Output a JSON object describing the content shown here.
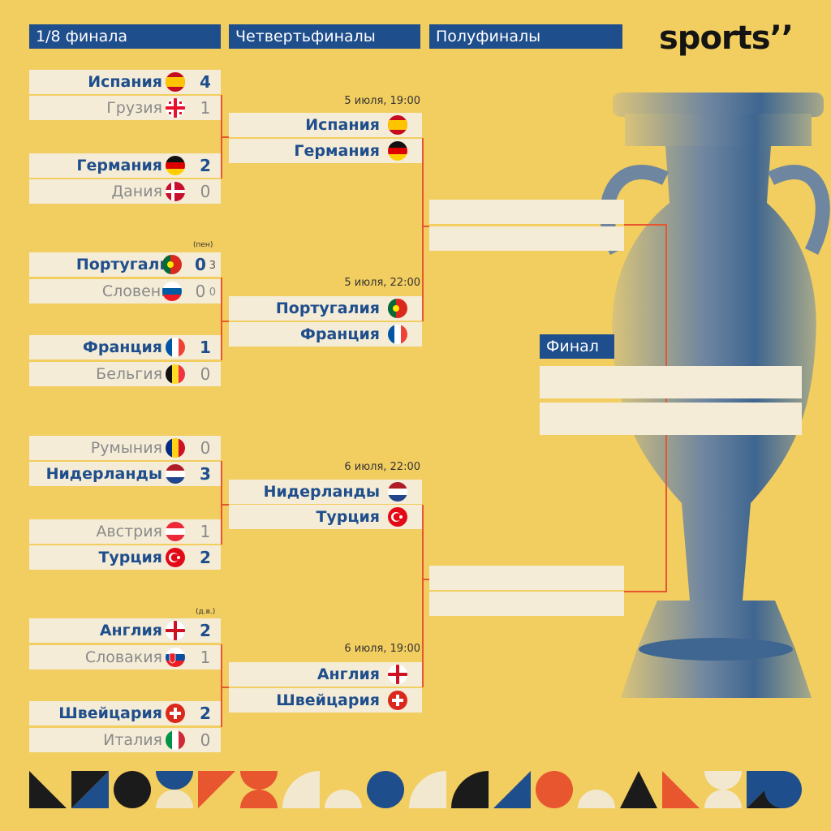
{
  "headers": {
    "r16": "1/8 финала",
    "qf": "Четвертьфиналы",
    "sf": "Полуфиналы",
    "final": "Финал"
  },
  "logo": "sports’’",
  "colors": {
    "background": "#f2cd5f",
    "header": "#1f4e8c",
    "winner_text": "#1f4e8c",
    "loser_text": "#8a8a8a",
    "connector": "#e8562f",
    "row_fill": "#f4ecd7"
  },
  "r16": [
    {
      "team": "Испания",
      "score": "4",
      "flag": "spain-flag-icon"
    },
    {
      "team": "Грузия",
      "score": "1",
      "flag": "georgia-flag-icon"
    },
    {
      "team": "Германия",
      "score": "2",
      "flag": "germany-flag-icon"
    },
    {
      "team": "Дания",
      "score": "0",
      "flag": "denmark-flag-icon"
    },
    {
      "team": "Португалия",
      "score": "0",
      "pen": "3",
      "flag": "portugal-flag-icon"
    },
    {
      "team": "Словения",
      "score": "0",
      "pen": "0",
      "flag": "slovenia-flag-icon"
    },
    {
      "team": "Франция",
      "score": "1",
      "flag": "france-flag-icon"
    },
    {
      "team": "Бельгия",
      "score": "0",
      "flag": "belgium-flag-icon"
    },
    {
      "team": "Румыния",
      "score": "0",
      "flag": "romania-flag-icon"
    },
    {
      "team": "Нидерланды",
      "score": "3",
      "flag": "netherlands-flag-icon"
    },
    {
      "team": "Австрия",
      "score": "1",
      "flag": "austria-flag-icon"
    },
    {
      "team": "Турция",
      "score": "2",
      "flag": "turkey-flag-icon"
    },
    {
      "team": "Англия",
      "score": "2",
      "flag": "england-flag-icon"
    },
    {
      "team": "Словакия",
      "score": "1",
      "flag": "slovakia-flag-icon"
    },
    {
      "team": "Швейцария",
      "score": "2",
      "flag": "switzerland-flag-icon"
    },
    {
      "team": "Италия",
      "score": "0",
      "flag": "italy-flag-icon"
    }
  ],
  "notes": {
    "pen": "(пен)",
    "et": "(д.в.)"
  },
  "qf": [
    {
      "date": "5 июля, 19:00",
      "teams": [
        "Испания",
        "Германия"
      ]
    },
    {
      "date": "5 июля, 22:00",
      "teams": [
        "Португалия",
        "Франция"
      ]
    },
    {
      "date": "6 июля, 22:00",
      "teams": [
        "Нидерланды",
        "Турция"
      ]
    },
    {
      "date": "6 июля, 19:00",
      "teams": [
        "Англия",
        "Швейцария"
      ]
    }
  ]
}
